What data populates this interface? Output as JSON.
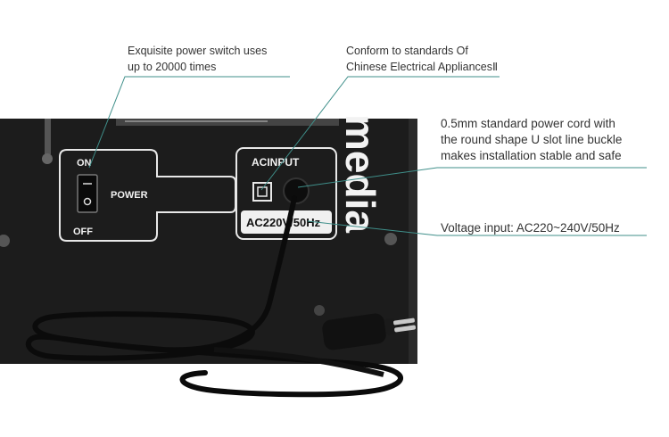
{
  "callouts": {
    "switch": "Exquisite power switch uses\nup to 20000 times",
    "standards": "Conform to standards Of\nChinese Electrical AppliancesⅡ",
    "cord": "0.5mm standard power cord with\nthe round shape U slot line buckle\nmakes installation stable and safe",
    "voltage": "Voltage input: AC220~240V/50Hz"
  },
  "panel": {
    "on_label": "ON",
    "off_label": "OFF",
    "power_label": "POWER",
    "ac_input_label": "ACINPUT",
    "voltage_label": "AC220V/50Hz",
    "brand_partial": "media"
  },
  "colors": {
    "panel": "#1c1c1c",
    "callout_line": "#3f8f8a",
    "text": "#333333"
  }
}
